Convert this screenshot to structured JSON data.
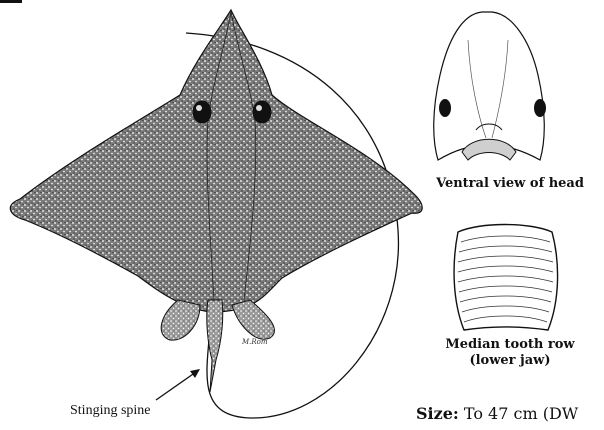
{
  "figure": {
    "labels": {
      "ventral_view": "Ventral view of head",
      "tooth_row_line1": "Median tooth row",
      "tooth_row_line2": "(lower jaw)",
      "stinging_spine": "Stinging spine",
      "artist_signature": "M.Rom"
    },
    "size_note": {
      "label": "Size:",
      "text": " To 47 cm (DW"
    }
  }
}
